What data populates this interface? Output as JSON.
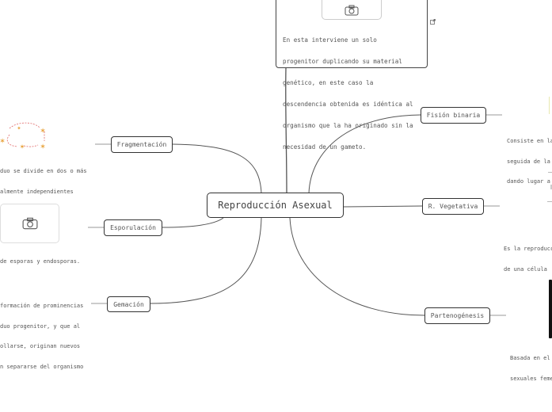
{
  "central": {
    "label": "Reproducción Asexual"
  },
  "top_card": {
    "lines": [
      "En esta interviene un solo",
      "progenitor duplicando su material",
      "genético, en este caso la",
      "descendencia obtenida es idéntica al",
      "organismo que la ha originado sin la",
      "necesidad de un gameto."
    ],
    "icon": "camera-icon",
    "link_icon": "external-link-icon"
  },
  "branches": {
    "fision": {
      "label": "Fisión binaria",
      "note": [
        "Consiste en la",
        "seguida de la",
        "dando lugar a"
      ]
    },
    "vegetativa": {
      "label": "R. Vegetativa",
      "note": [
        "Es la reproducc",
        "de una célula"
      ]
    },
    "partenogenesis": {
      "label": "Partenogénesis",
      "note": [
        "Basada en el",
        "sexuales feme"
      ]
    },
    "fragmentacion": {
      "label": "Fragmentación",
      "note": [
        "duo se divide en dos o más",
        "almente independientes"
      ]
    },
    "esporulacion": {
      "label": "Esporulación",
      "note": [
        "de esporas y endosporas."
      ],
      "icon": "camera-icon"
    },
    "gemacion": {
      "label": "Gemación",
      "note": [
        "formación de prominencias",
        "duo progenitor, y que al",
        "ollarse, originan nuevos",
        "n separarse del organismo"
      ]
    }
  },
  "colors": {
    "line": "#555555",
    "border": "#333333",
    "text": "#555555",
    "starfish": "#e8a33d",
    "arrow": "#e06a6a"
  }
}
